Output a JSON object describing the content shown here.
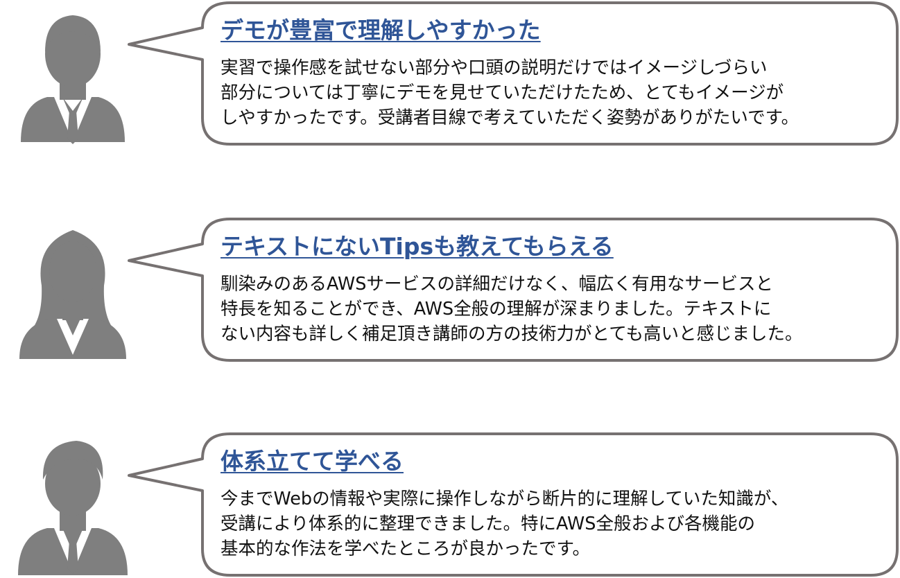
{
  "colors": {
    "title": "#2f5597",
    "bubble_stroke": "#767171",
    "avatar": "#7f7f7f"
  },
  "comments": [
    {
      "avatar": "man-with-tie-icon",
      "title": "デモが豊富で理解しやすかった",
      "body_lines": [
        "実習で操作感を試せない部分や口頭の説明だけではイメージしづらい",
        "部分については丁寧にデモを見せていただけたため、とてもイメージが",
        "しやすかったです。受講者目線で考えていただく姿勢がありがたいです。"
      ]
    },
    {
      "avatar": "woman-icon",
      "title": "テキストにないTipsも教えてもらえる",
      "body_lines": [
        "馴染みのあるAWSサービスの詳細だけなく、幅広く有用なサービスと",
        "特長を知ることができ、AWS全般の理解が深まりました。テキストに",
        "ない内容も詳しく補足頂き講師の方の技術力がとても高いと感じました。"
      ]
    },
    {
      "avatar": "man-with-tie-icon",
      "title": "体系立てて学べる",
      "body_lines": [
        "今までWebの情報や実際に操作しながら断片的に理解していた知識が、",
        "受講により体系的に整理できました。特にAWS全般および各機能の",
        "基本的な作法を学べたところが良かったです。"
      ]
    }
  ]
}
